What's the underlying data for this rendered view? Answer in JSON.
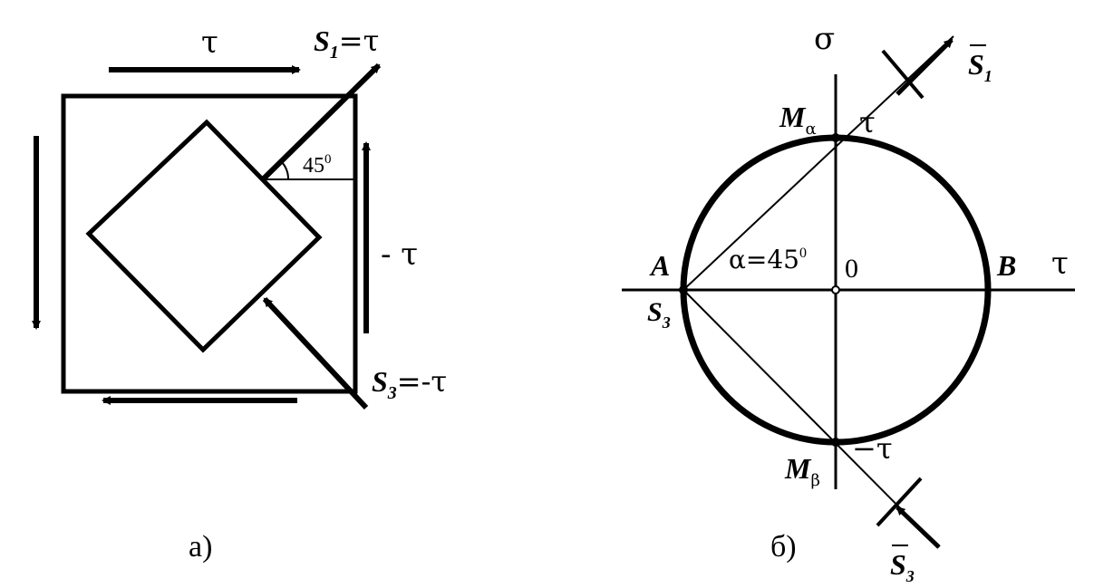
{
  "panel_a": {
    "caption": "а)",
    "tau_top": "τ",
    "tau_right": "- τ",
    "s1_label": "S",
    "s1_sub": "1",
    "s1_eq": "=τ",
    "s3_label": "S",
    "s3_sub": "3",
    "s3_eq": "=-τ",
    "angle_label": "45",
    "angle_sup": "0"
  },
  "panel_b": {
    "caption": "б)",
    "sigma_axis": "σ",
    "tau_axis": "τ",
    "origin": "0",
    "point_a": "A",
    "point_b": "B",
    "s3_point": "S",
    "s3_point_sub": "3",
    "m_alpha": "M",
    "m_alpha_sub": "α",
    "m_beta": "M",
    "m_beta_sub": "β",
    "tau_pos": "τ",
    "tau_neg": "−τ",
    "alpha_label": "α=45",
    "alpha_sup": "0",
    "s1_bar": "S",
    "s1_bar_sub": "1",
    "s3_bar": "S",
    "s3_bar_sub": "3"
  }
}
